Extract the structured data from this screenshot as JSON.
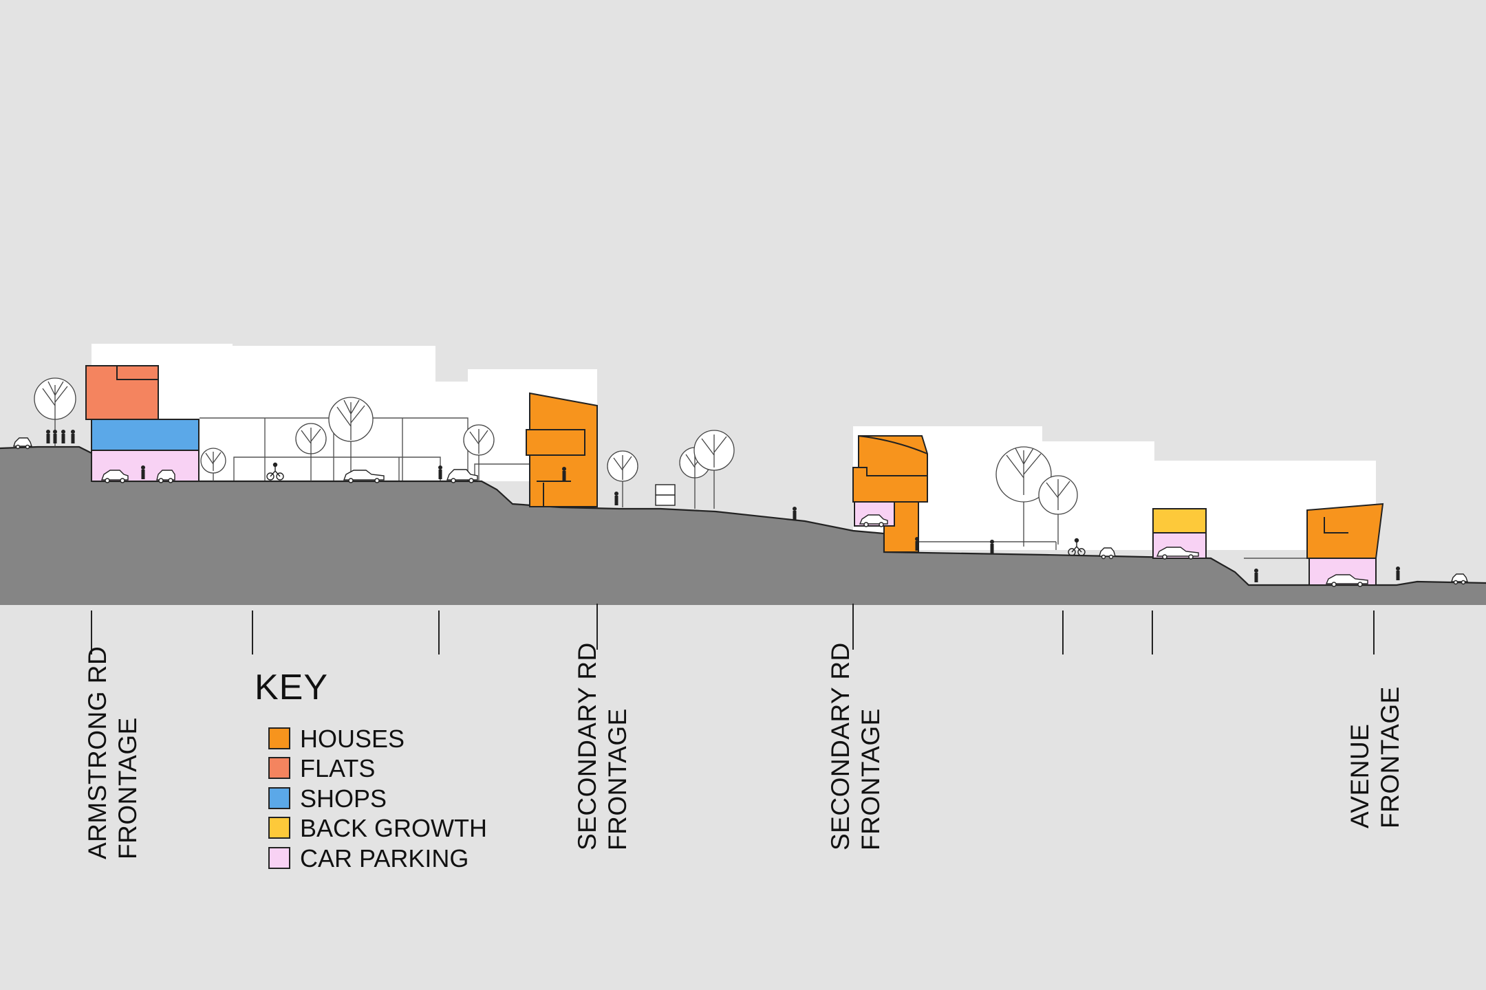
{
  "colors": {
    "background": "#e3e3e3",
    "ground": "#858585",
    "houses": "#f7941d",
    "flats": "#f4845f",
    "shops": "#5ba8e8",
    "back_growth": "#fdc93a",
    "car_parking": "#f8d2f4",
    "building_outline": "#ffffff"
  },
  "frontages": [
    {
      "line1": "ARMSTRONG RD",
      "line2": "FRONTAGE"
    },
    {
      "line1": "SECONDARY RD",
      "line2": "FRONTAGE"
    },
    {
      "line1": "SECONDARY RD",
      "line2": "FRONTAGE"
    },
    {
      "line1": "AVENUE",
      "line2": "FRONTAGE"
    }
  ],
  "key": {
    "title": "KEY",
    "items": [
      {
        "label": "HOUSES",
        "color": "#f7941d"
      },
      {
        "label": "FLATS",
        "color": "#f4845f"
      },
      {
        "label": "SHOPS",
        "color": "#5ba8e8"
      },
      {
        "label": "BACK GROWTH",
        "color": "#fdc93a"
      },
      {
        "label": "CAR PARKING",
        "color": "#f8d2f4"
      }
    ]
  }
}
